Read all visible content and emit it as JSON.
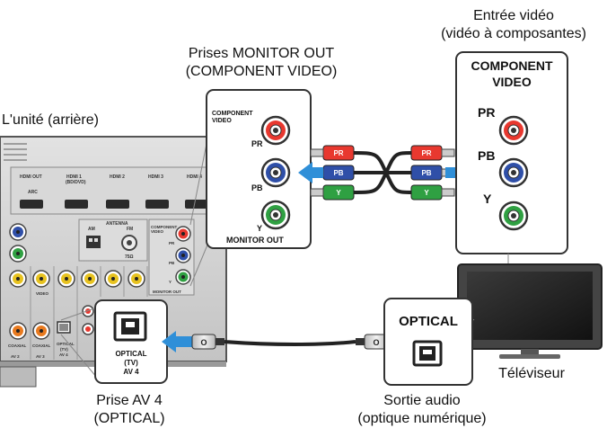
{
  "captions": {
    "monitor_out_title_1": "Prises MONITOR OUT",
    "monitor_out_title_2": "(COMPONENT VIDEO)",
    "video_input_title_1": "Entrée vidéo",
    "video_input_title_2": "(vidéo à composantes)",
    "unit_rear": "L'unité (arrière)",
    "av4_jack_1": "Prise AV 4",
    "av4_jack_2": "(OPTICAL)",
    "audio_out_1": "Sortie audio",
    "audio_out_2": "(optique numérique)",
    "tv": "Téléviseur"
  },
  "receiver_callout": {
    "component_video_1": "COMPONENT",
    "component_video_2": "VIDEO",
    "pr": "PR",
    "pb": "PB",
    "y": "Y",
    "monitor_out": "MONITOR OUT"
  },
  "tv_callout": {
    "component_video_1": "COMPONENT",
    "component_video_2": "VIDEO",
    "pr": "PR",
    "pb": "PB",
    "y": "Y"
  },
  "optical_callout_unit": {
    "optical": "OPTICAL",
    "tv": "(TV)",
    "av4": "AV 4"
  },
  "optical_callout_tv": {
    "optical": "OPTICAL"
  },
  "cable": {
    "pr": "PR",
    "pb": "PB",
    "y": "Y",
    "optical_plug": "O"
  },
  "panel_labels": {
    "hdmi_out": "HDMI OUT",
    "arc": "ARC",
    "hdmi1": "HDMI 1",
    "hdmi1_sub": "(BD/DVD)",
    "hdmi2": "HDMI 2",
    "hdmi3": "HDMI 3",
    "hdmi4": "HDMI 4",
    "antenna": "ANTENNA",
    "am": "AM",
    "fm": "FM",
    "ohm": "75Ω",
    "comp_1": "COMPONENT",
    "comp_2": "VIDEO",
    "video": "VIDEO",
    "monitor_out": "MONITOR OUT",
    "coaxial1": "COAXIAL",
    "coaxial2": "COAXIAL",
    "optical": "OPTICAL",
    "tv": "(TV)",
    "av4": "AV 4",
    "av2": "AV 2",
    "av3": "AV 3",
    "p_r": "PR",
    "p_b": "PB",
    "y": "Y"
  },
  "colors": {
    "red": "#e8382f",
    "blue": "#2f4fa8",
    "green": "#2fa042",
    "arrow": "#2f8fd8",
    "panel": "#cfcfcf",
    "yellow": "#e7c21f"
  },
  "icons": [
    "arrow-left-icon",
    "arrow-right-icon",
    "optical-port-icon",
    "rca-jack-icon"
  ]
}
